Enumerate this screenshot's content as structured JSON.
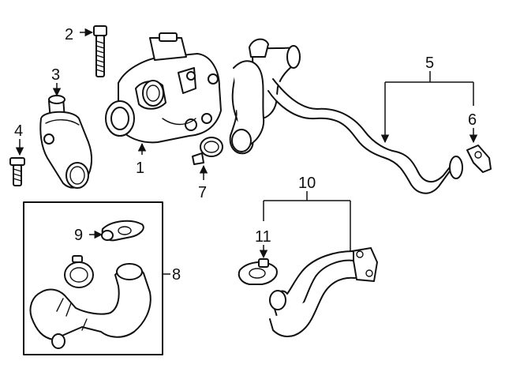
{
  "diagram": {
    "callouts": [
      {
        "id": "1",
        "label": "1",
        "part": "water-pump"
      },
      {
        "id": "2",
        "label": "2",
        "part": "pump-bolt"
      },
      {
        "id": "3",
        "label": "3",
        "part": "thermostat"
      },
      {
        "id": "4",
        "label": "4",
        "part": "thermostat-bolt"
      },
      {
        "id": "5",
        "label": "5",
        "part": "upper-radiator-hose"
      },
      {
        "id": "6",
        "label": "6",
        "part": "hose-clamp-small"
      },
      {
        "id": "7",
        "label": "7",
        "part": "hose-clamp"
      },
      {
        "id": "8",
        "label": "8",
        "part": "hose-kit-box"
      },
      {
        "id": "9",
        "label": "9",
        "part": "kit-clamp"
      },
      {
        "id": "10",
        "label": "10",
        "part": "lower-hose"
      },
      {
        "id": "11",
        "label": "11",
        "part": "lower-hose-clamp"
      }
    ]
  }
}
